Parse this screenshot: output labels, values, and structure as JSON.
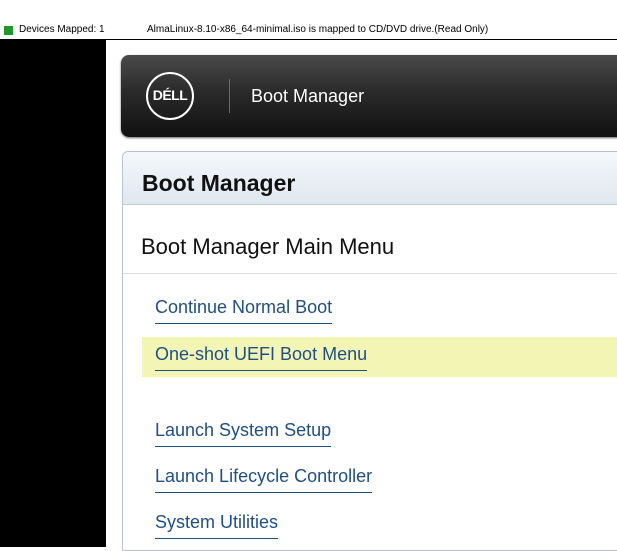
{
  "status_bar": {
    "devices_mapped": "Devices Mapped: 1",
    "mapping_status": "AlmaLinux-8.10-x86_64-minimal.iso is mapped to CD/DVD drive.(Read Only)",
    "indicator_color": "#1a9a2a"
  },
  "header": {
    "logo_text": "DÉLL",
    "title": "Boot Manager"
  },
  "panel": {
    "title": "Boot Manager",
    "heading": "Boot Manager Main Menu",
    "menu_items": [
      {
        "label": "Continue Normal Boot"
      },
      {
        "label": "One-shot UEFI Boot Menu",
        "highlighted": true
      },
      {
        "label": "Launch System Setup"
      },
      {
        "label": "Launch Lifecycle Controller"
      },
      {
        "label": "System Utilities"
      }
    ]
  },
  "colors": {
    "link": "#1f4f86",
    "highlight": "#f2f5b3"
  }
}
